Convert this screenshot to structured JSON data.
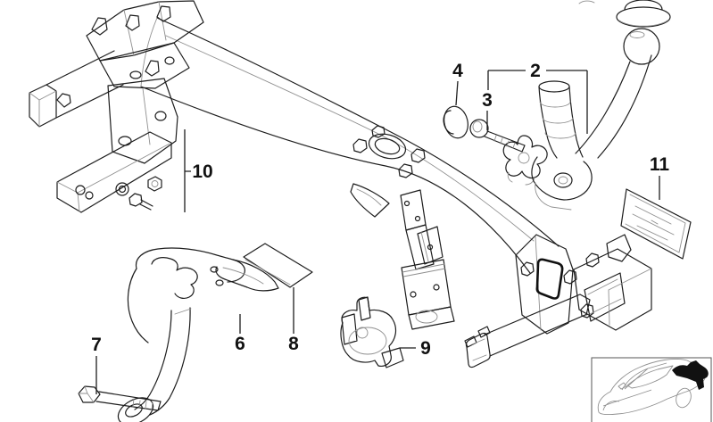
{
  "diagram": {
    "kind": "exploded-parts-diagram",
    "background_color": "#ffffff",
    "line_color": "#1d1d1d",
    "highlight_color": "#111111",
    "callouts": [
      {
        "label": "2"
      },
      {
        "label": "3"
      },
      {
        "label": "4"
      },
      {
        "label": "6"
      },
      {
        "label": "7"
      },
      {
        "label": "8"
      },
      {
        "label": "9"
      },
      {
        "label": "10"
      },
      {
        "label": "11"
      }
    ],
    "inset": {
      "icon": "car-rear-hitch-location-icon"
    }
  }
}
